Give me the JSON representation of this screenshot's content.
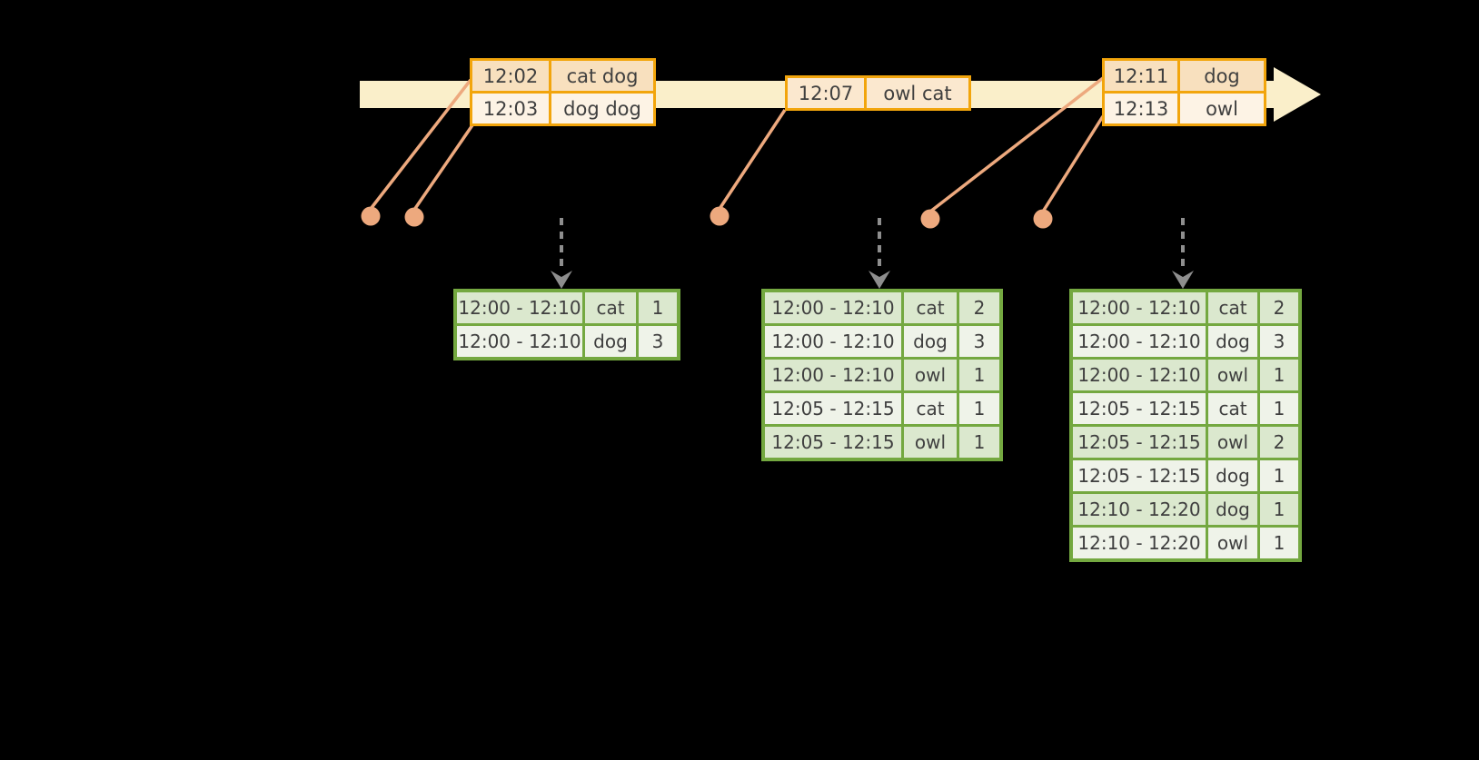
{
  "colors": {
    "background": "#000000",
    "timeline_band": "#FAEFCA",
    "event_table_border": "#F2A50C",
    "event_row_dark": "#F8E0BE",
    "event_row_light": "#FDF3E5",
    "event_row_single": "#FBE8CF",
    "dot_and_stem": "#EDA97E",
    "result_table_border": "#74A840",
    "result_row_dark": "#DBE8CE",
    "result_row_light": "#EFF3E9",
    "dashed_arrow": "#8E8E8E",
    "text": "#3F3F3F"
  },
  "event_tables": [
    {
      "rows": [
        {
          "time": "12:02",
          "words": "cat dog"
        },
        {
          "time": "12:03",
          "words": "dog dog"
        }
      ]
    },
    {
      "rows": [
        {
          "time": "12:07",
          "words": "owl cat"
        }
      ]
    },
    {
      "rows": [
        {
          "time": "12:11",
          "words": "dog"
        },
        {
          "time": "12:13",
          "words": "owl"
        }
      ]
    }
  ],
  "result_tables": [
    {
      "rows": [
        {
          "window": "12:00 - 12:10",
          "word": "cat",
          "count": "1"
        },
        {
          "window": "12:00 - 12:10",
          "word": "dog",
          "count": "3"
        }
      ]
    },
    {
      "rows": [
        {
          "window": "12:00 - 12:10",
          "word": "cat",
          "count": "2"
        },
        {
          "window": "12:00 - 12:10",
          "word": "dog",
          "count": "3"
        },
        {
          "window": "12:00 - 12:10",
          "word": "owl",
          "count": "1"
        },
        {
          "window": "12:05 - 12:15",
          "word": "cat",
          "count": "1"
        },
        {
          "window": "12:05 - 12:15",
          "word": "owl",
          "count": "1"
        }
      ]
    },
    {
      "rows": [
        {
          "window": "12:00 - 12:10",
          "word": "cat",
          "count": "2"
        },
        {
          "window": "12:00 - 12:10",
          "word": "dog",
          "count": "3"
        },
        {
          "window": "12:00 - 12:10",
          "word": "owl",
          "count": "1"
        },
        {
          "window": "12:05 - 12:15",
          "word": "cat",
          "count": "1"
        },
        {
          "window": "12:05 - 12:15",
          "word": "owl",
          "count": "2"
        },
        {
          "window": "12:05 - 12:15",
          "word": "dog",
          "count": "1"
        },
        {
          "window": "12:10 - 12:20",
          "word": "dog",
          "count": "1"
        },
        {
          "window": "12:10 - 12:20",
          "word": "owl",
          "count": "1"
        }
      ]
    }
  ]
}
